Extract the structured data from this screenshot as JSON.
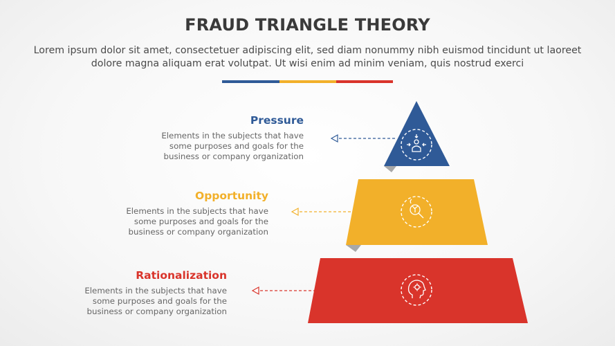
{
  "header": {
    "title": "FRAUD TRIANGLE THEORY",
    "subtitle": "Lorem ipsum dolor sit amet, consectetuer adipiscing elit, sed diam nonummy nibh euismod tincidunt ut laoreet dolore magna aliquam erat volutpat. Ut wisi enim ad minim veniam, quis nostrud exerci"
  },
  "colors": {
    "blue": "#2f5a97",
    "yellow": "#f2b02a",
    "red": "#d9342b"
  },
  "tiers": [
    {
      "label": "Pressure",
      "desc_lines": [
        "Elements in the subjects that have",
        "some purposes and goals for the",
        "business or company organization"
      ],
      "icon": "pressure-person-icon"
    },
    {
      "label": "Opportunity",
      "desc_lines": [
        "Elements in the subjects that have",
        "some purposes and goals for the",
        "business or company organization"
      ],
      "icon": "magnifier-growth-icon"
    },
    {
      "label": "Rationalization",
      "desc_lines": [
        "Elements in the subjects that have",
        "some purposes and goals for the",
        "business or company organization"
      ],
      "icon": "head-gear-icon"
    }
  ]
}
